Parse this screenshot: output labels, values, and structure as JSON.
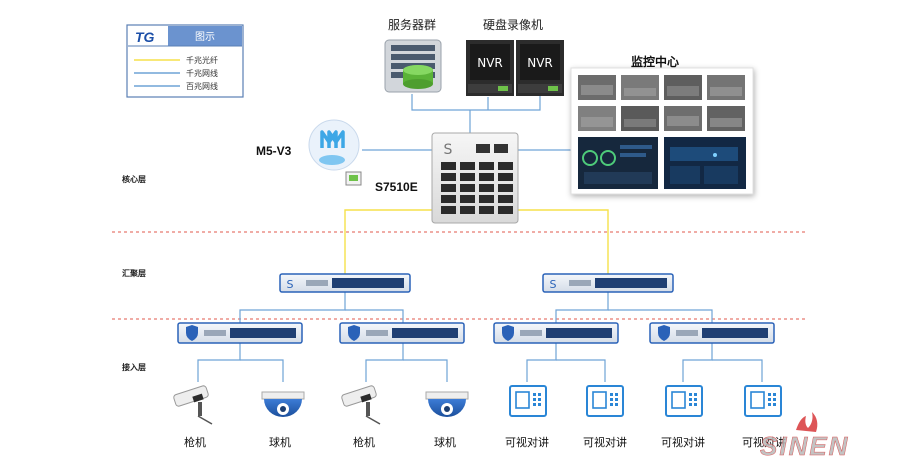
{
  "legend": {
    "logo": "TG",
    "title": "图示",
    "items": [
      {
        "label": "千兆光纤",
        "color": "#f5e04a"
      },
      {
        "label": "千兆网线",
        "color": "#6fa3d6"
      },
      {
        "label": "百兆网线",
        "color": "#6fa3d6"
      }
    ]
  },
  "layers": {
    "core": "核心层",
    "aggregation": "汇聚层",
    "access": "接入层"
  },
  "servers": {
    "label": "服务器群"
  },
  "nvr_group": {
    "label": "硬盘录像机",
    "unit_label": "NVR"
  },
  "monitor": {
    "label": "监控中心"
  },
  "controller": {
    "name": "M5-V3"
  },
  "core_switch": {
    "name": "S7510E",
    "logo": "S"
  },
  "switch_logo": "S",
  "endpoints": [
    "枪机",
    "球机",
    "枪机",
    "球机",
    "可视对讲",
    "可视对讲",
    "可视对讲",
    "可视对讲"
  ],
  "watermark": "SINEN",
  "colors": {
    "fiber": "#f5e04a",
    "copper": "#6fa3d6",
    "dashed": "#e05a4e",
    "device_blue": "#2a62b8"
  }
}
